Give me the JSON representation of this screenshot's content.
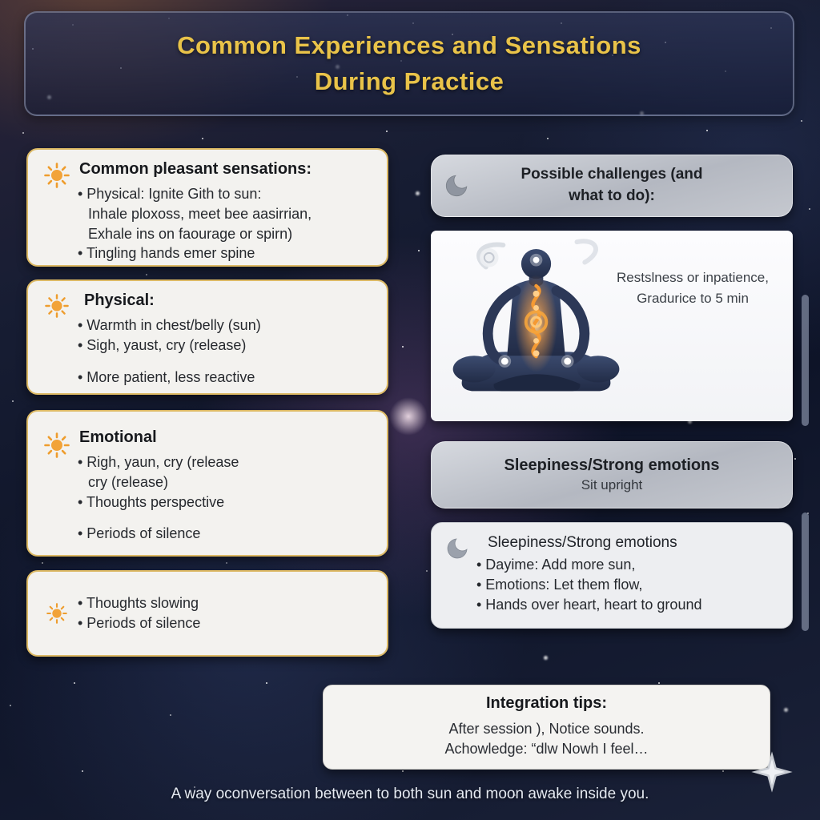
{
  "title": {
    "line1": "Common Experiences and Sensations",
    "line2": "During Practice"
  },
  "left_cards": [
    {
      "heading": "Common pleasant sensations:",
      "lines": [
        "• Physical:  Ignite Gith to sun:",
        "Inhale ploxoss, meet bee aasirrian,",
        "Exhale ins on faourage or spirn)",
        "• Tingling hands emer spine"
      ]
    },
    {
      "heading": "Physical:",
      "lines": [
        "• Warmth in chest/belly (sun)",
        "• Sigh, yaust, cry (release)",
        "• More patient, less reactive"
      ]
    },
    {
      "heading": "Emotional",
      "lines": [
        "• Righ, yaun, cry (release",
        "cry (release)",
        "• Thoughts perspective",
        "• Periods of silence"
      ]
    },
    {
      "lines": [
        "• Thoughts slowing",
        "• Periods of silence"
      ]
    }
  ],
  "right": {
    "challenges": {
      "line1": "Possible challenges (and",
      "line2": "what to do):"
    },
    "figure_caption": {
      "line1": "Restslness or inpatience,",
      "line2": "Gradurice to 5 min"
    },
    "gray_card": {
      "title": "Sleepiness/Strong emotions",
      "subtitle": "Sit upright"
    },
    "tips": {
      "heading": "Sleepiness/Strong emotions",
      "lines": [
        "• Dayime: Add more sun,",
        "• Emotions: Let them flow,",
        "• Hands over heart, heart to ground"
      ]
    }
  },
  "integration": {
    "heading": "Integration tips:",
    "line1": "After session ), Notice sounds.",
    "line2": "Achowledge: “dlw Nowh I feel…"
  },
  "footer": {
    "text": "A way oconversation between to both sun and moon awake inside you."
  },
  "colors": {
    "accent_gold": "#e9c349",
    "card_border": "#dcb964",
    "sun": "#f2a338",
    "moon": "#9ba1ac"
  }
}
